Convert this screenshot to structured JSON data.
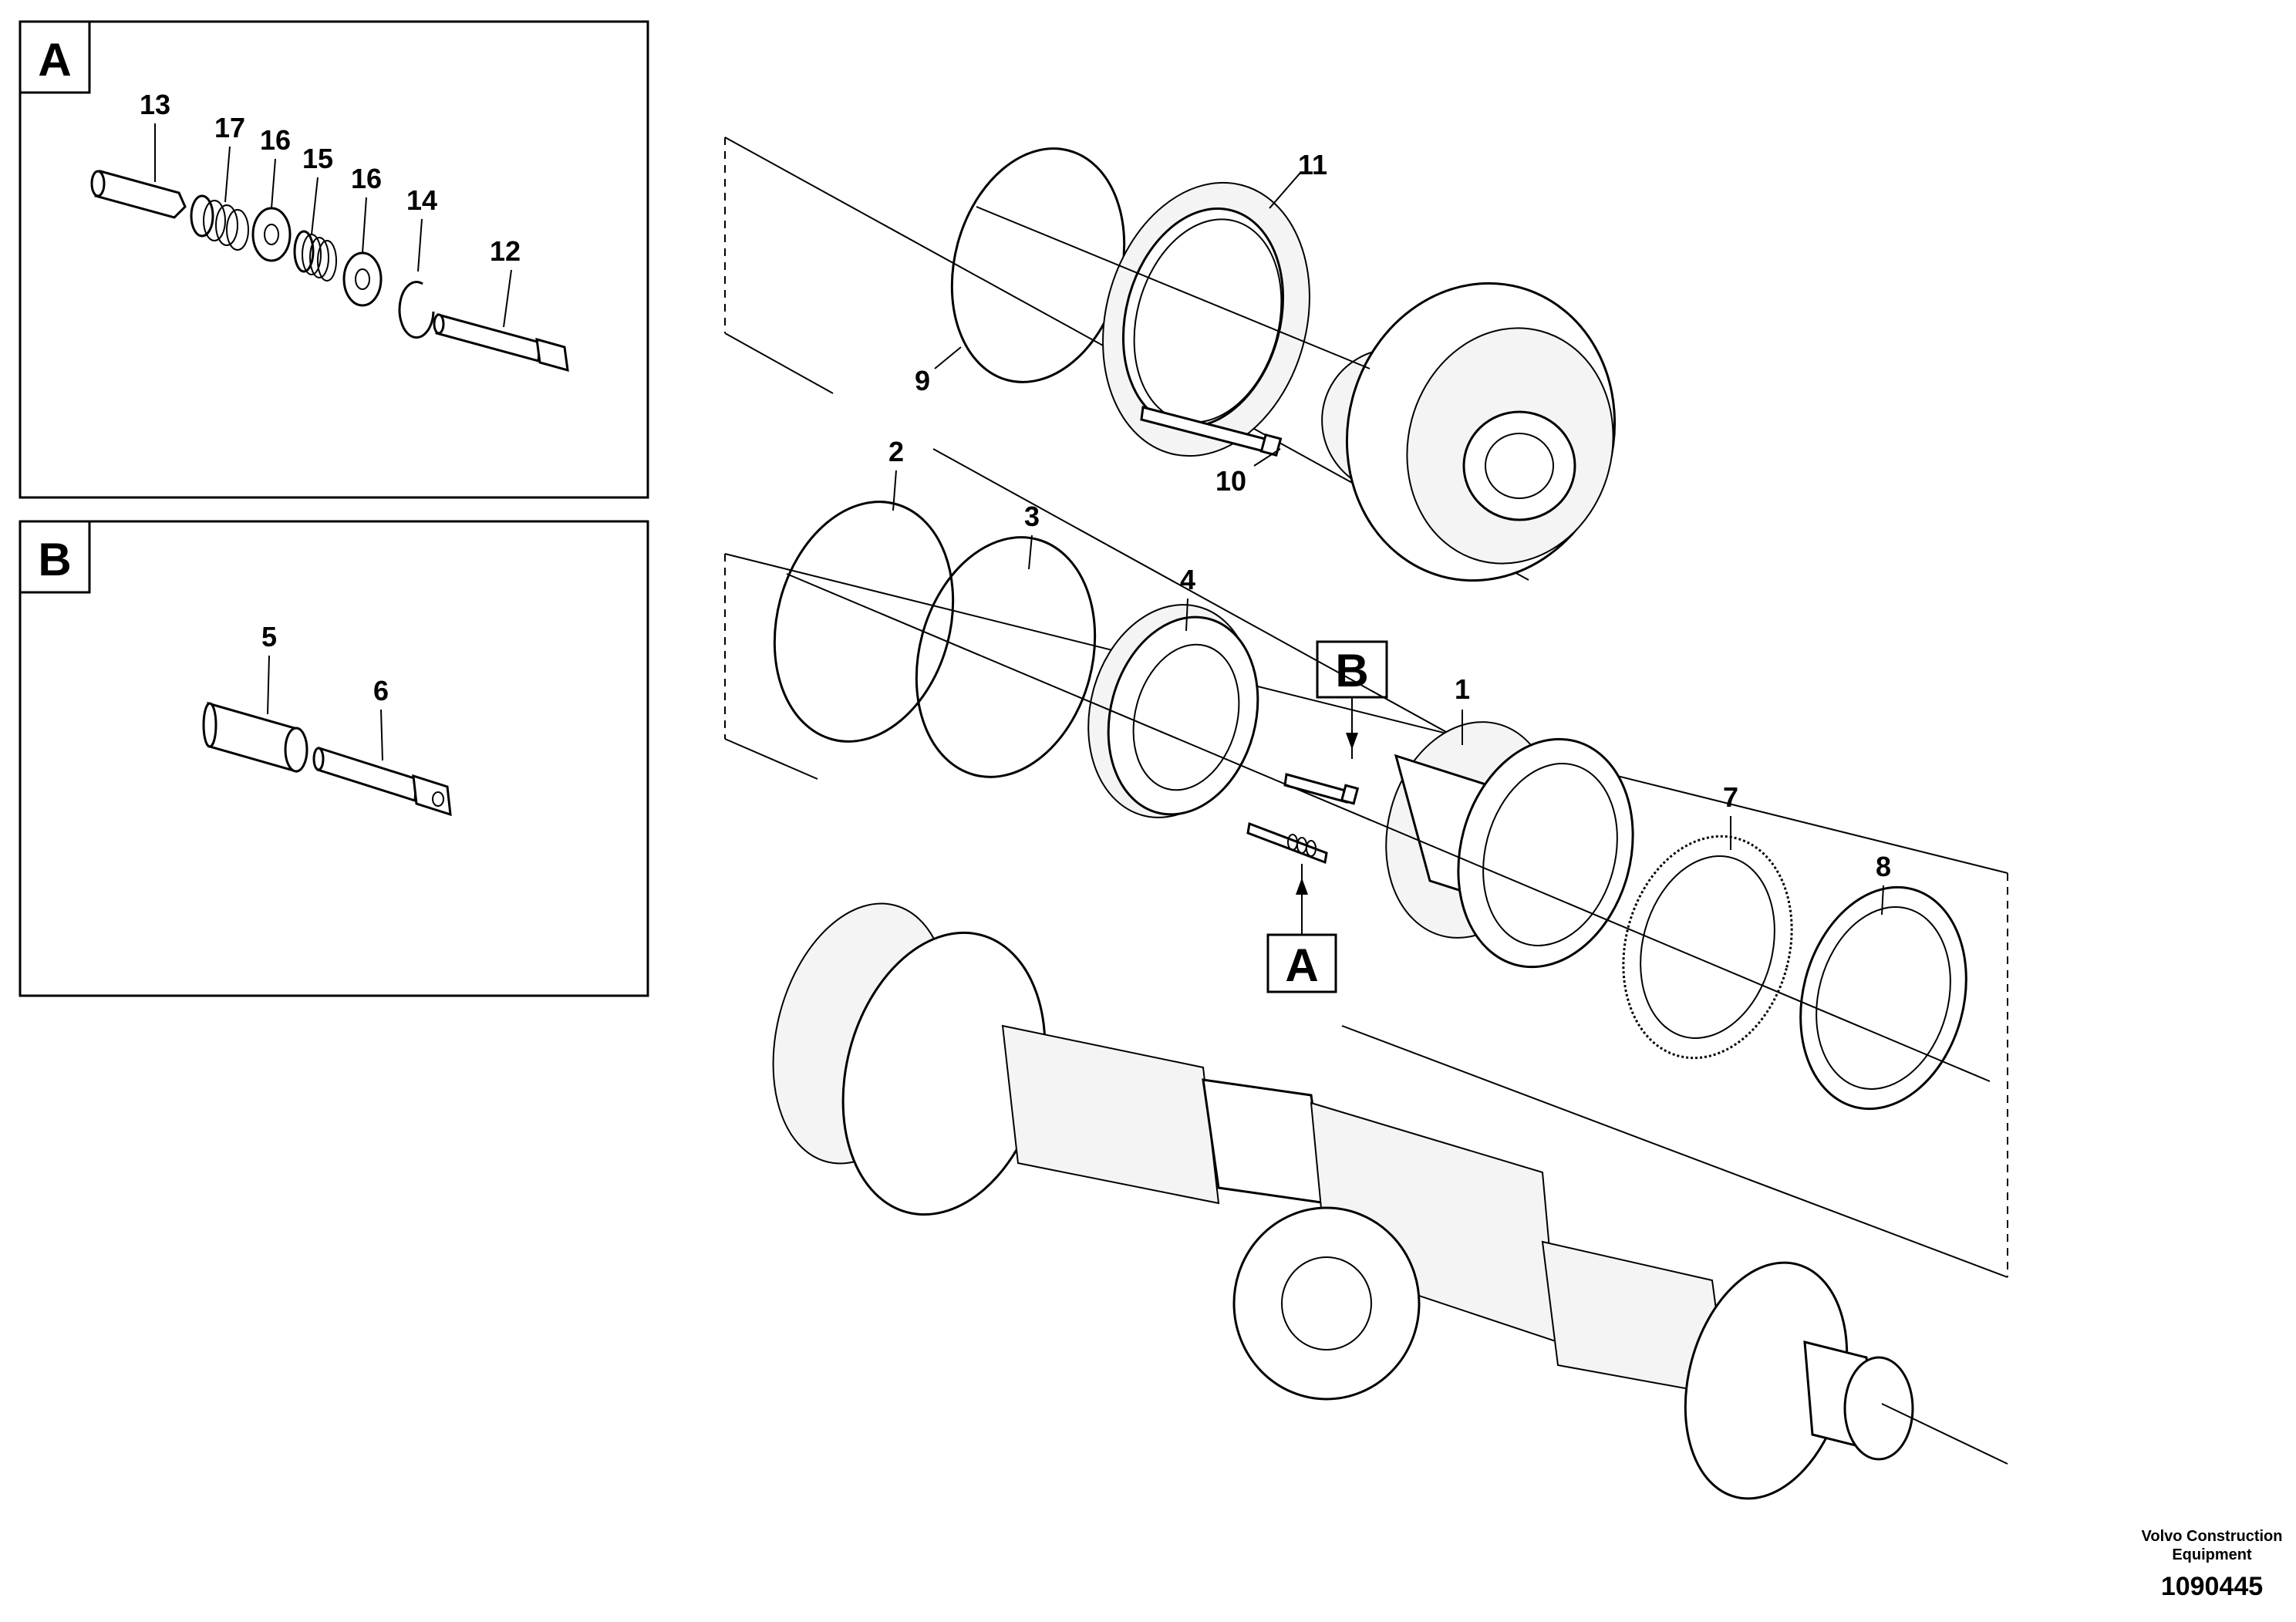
{
  "panels": {
    "A": {
      "letter": "A"
    },
    "B": {
      "letter": "B"
    }
  },
  "callouts": {
    "n1": "1",
    "n2": "2",
    "n3": "3",
    "n4": "4",
    "n5": "5",
    "n6": "6",
    "n7": "7",
    "n8": "8",
    "n9": "9",
    "n10": "10",
    "n11": "11",
    "n12": "12",
    "n13": "13",
    "n14": "14",
    "n15": "15",
    "n16a": "16",
    "n16b": "16",
    "n17": "17"
  },
  "markers": {
    "A": "A",
    "B": "B"
  },
  "footer": {
    "credit_line1": "Volvo Construction",
    "credit_line2": "Equipment",
    "document_number": "1090445"
  }
}
